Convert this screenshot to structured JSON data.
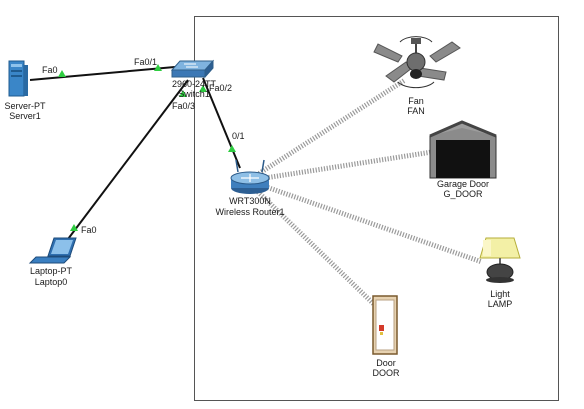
{
  "devices": {
    "server": {
      "type": "Server-PT",
      "name": "Server1"
    },
    "switch": {
      "type": "2960-24TT",
      "name": "Switch1"
    },
    "laptop": {
      "type": "Laptop-PT",
      "name": "Laptop0"
    },
    "router": {
      "type": "WRT300N",
      "name": "Wireless Router1"
    },
    "fan": {
      "type": "Fan",
      "name": "FAN"
    },
    "garage": {
      "type": "Garage Door",
      "name": "G_DOOR"
    },
    "light": {
      "type": "Light",
      "name": "LAMP"
    },
    "door": {
      "type": "Door",
      "name": "DOOR"
    }
  },
  "ports": {
    "server_fa0": "Fa0",
    "switch_fa01": "Fa0/1",
    "switch_fa02": "Fa0/2",
    "switch_fa03": "Fa0/3",
    "router_01": "0/1",
    "laptop_fa0": "Fa0"
  },
  "colors": {
    "wired_link": "#111111",
    "wireless_link": "#9a9a9a",
    "link_up": "#2ecc40",
    "cluster_border": "#555555"
  }
}
